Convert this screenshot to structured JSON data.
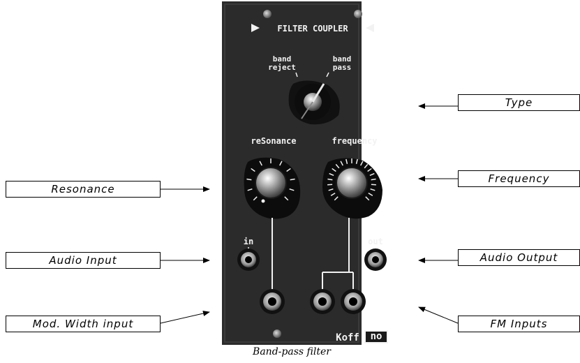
{
  "module": {
    "title": "FILTER COUPLER",
    "type_switch": {
      "left_label_line1": "band",
      "left_label_line2": "reject",
      "right_label_line1": "band",
      "right_label_line2": "pass"
    },
    "knob_resonance_label": "reSonance",
    "knob_frequency_label": "frequency",
    "jack_in_label": "in",
    "jack_out_label": "out",
    "footer_left": "Koff",
    "footer_right": "no"
  },
  "callouts": {
    "type": "Type",
    "frequency": "Frequency",
    "resonance": "Resonance",
    "audio_input": "Audio Input",
    "audio_output": "Audio Output",
    "mod_width_input": "Mod. Width input",
    "fm_inputs": "FM Inputs"
  },
  "caption": "Band-pass filter",
  "colors": {
    "panel": "#2b2b2b",
    "panel_text": "#f2f2f2",
    "line": "#000000",
    "background": "#ffffff"
  }
}
